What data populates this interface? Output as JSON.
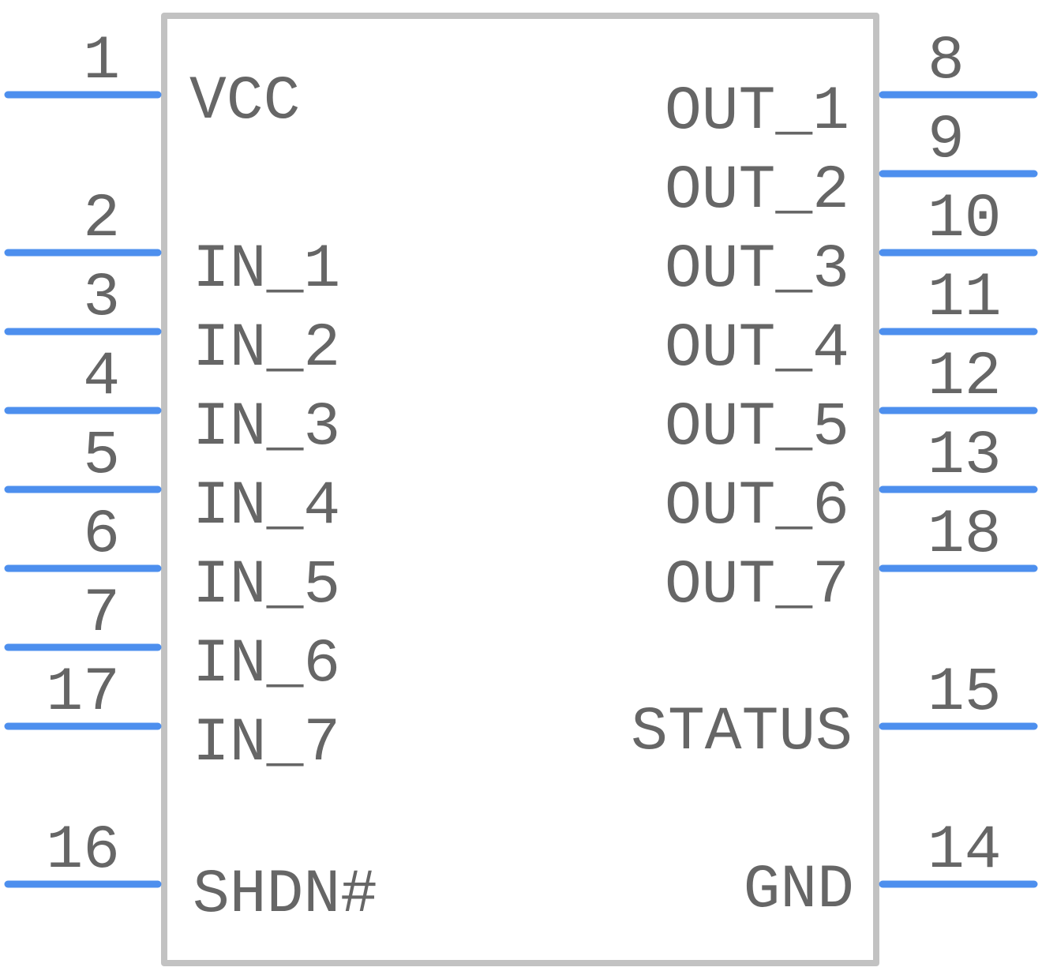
{
  "colors": {
    "pin_line": "#4d8fee",
    "body_outline": "#c2c2c2",
    "text": "#666666"
  },
  "pins": {
    "vcc": {
      "number": "1",
      "label": "VCC"
    },
    "in_1": {
      "number": "2",
      "label": "IN_1"
    },
    "in_2": {
      "number": "3",
      "label": "IN_2"
    },
    "in_3": {
      "number": "4",
      "label": "IN_3"
    },
    "in_4": {
      "number": "5",
      "label": "IN_4"
    },
    "in_5": {
      "number": "6",
      "label": "IN_5"
    },
    "in_6": {
      "number": "7",
      "label": "IN_6"
    },
    "in_7": {
      "number": "17",
      "label": "IN_7"
    },
    "shdn": {
      "number": "16",
      "label": "SHDN#"
    },
    "out_1": {
      "number": "8",
      "label": "OUT_1"
    },
    "out_2": {
      "number": "9",
      "label": "OUT_2"
    },
    "out_3": {
      "number": "10",
      "label": "OUT_3"
    },
    "out_4": {
      "number": "11",
      "label": "OUT_4"
    },
    "out_5": {
      "number": "12",
      "label": "OUT_5"
    },
    "out_6": {
      "number": "13",
      "label": "OUT_6"
    },
    "out_7": {
      "number": "18",
      "label": "OUT_7"
    },
    "status": {
      "number": "15",
      "label": "STATUS"
    },
    "gnd": {
      "number": "14",
      "label": "GND"
    }
  }
}
